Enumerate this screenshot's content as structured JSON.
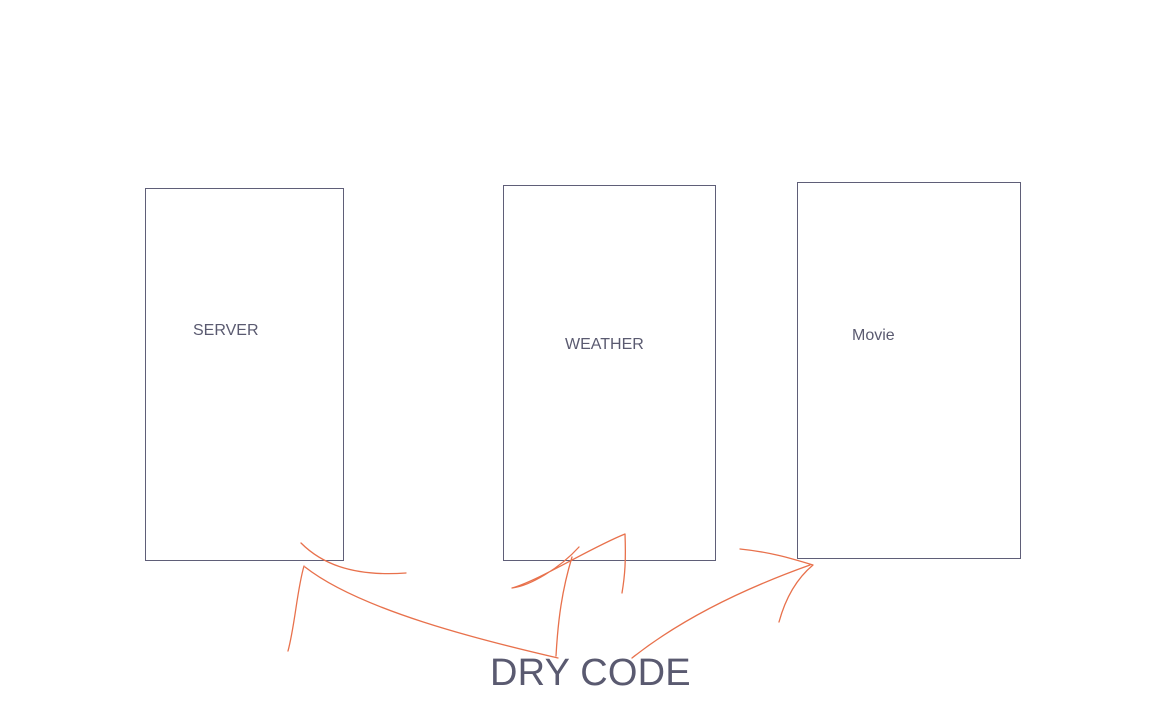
{
  "boxes": {
    "server": {
      "label": "SERVER"
    },
    "weather": {
      "label": "WEATHER"
    },
    "movie": {
      "label": "Movie"
    }
  },
  "caption": "DRY CODE",
  "colors": {
    "box_stroke": "#5f5e78",
    "text": "#5a5a70",
    "sketch_arrow": "#e8714c"
  }
}
